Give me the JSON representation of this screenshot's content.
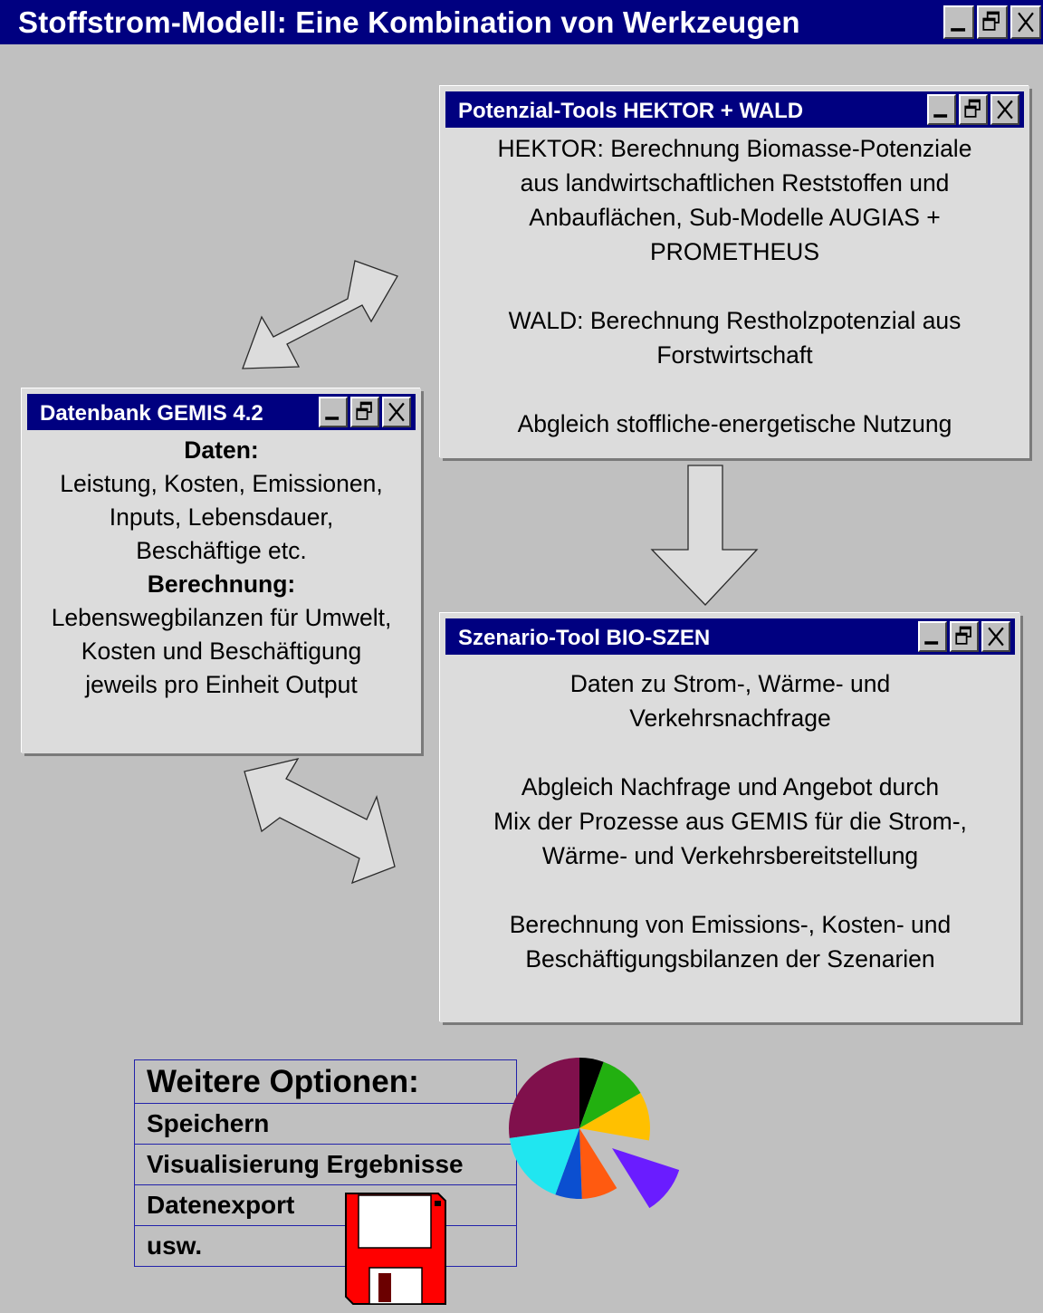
{
  "window": {
    "title": "Stoffstrom-Modell: Eine Kombination von Werkzeugen"
  },
  "window_buttons": [
    "minimize-icon",
    "restore-icon",
    "close-icon"
  ],
  "potenzial": {
    "title": "Potenzial-Tools HEKTOR + WALD",
    "lines": [
      "HEKTOR: Berechnung Biomasse-Potenziale",
      "aus landwirtschaftlichen Reststoffen und",
      "Anbauflächen, Sub-Modelle AUGIAS +",
      "PROMETHEUS",
      "WALD: Berechnung Restholzpotenzial aus",
      "Forstwirtschaft",
      "Abgleich stoffliche-energetische Nutzung"
    ]
  },
  "datenbank": {
    "title": "Datenbank GEMIS 4.2",
    "heading_data": "Daten:",
    "data_lines": [
      "Leistung, Kosten, Emissionen,",
      "Inputs, Lebensdauer,",
      "Beschäftige etc."
    ],
    "heading_calc": "Berechnung:",
    "calc_lines": [
      "Lebenswegbilanzen für Umwelt,",
      "Kosten und Beschäftigung",
      "jeweils pro Einheit Output"
    ]
  },
  "szenario": {
    "title": "Szenario-Tool BIO-SZEN",
    "lines": [
      "Daten zu Strom-, Wärme- und",
      "Verkehrsnachfrage",
      "Abgleich Nachfrage und Angebot durch",
      "Mix der Prozesse aus GEMIS für die Strom-,",
      "Wärme- und Verkehrsbereitstellung",
      "Berechnung von Emissions-, Kosten- und",
      "Beschäftigungsbilanzen der Szenarien"
    ]
  },
  "options": {
    "title": "Weitere Optionen:",
    "items": [
      "Speichern",
      "Visualisierung Ergebnisse",
      "Datenexport",
      "usw."
    ]
  },
  "pie_icon": {
    "slices": [
      {
        "color": "#000000"
      },
      {
        "color": "#22b010"
      },
      {
        "color": "#ffc000"
      },
      {
        "color": "#6a1cff"
      },
      {
        "color": "#ff5a10"
      },
      {
        "color": "#0b4fd0"
      },
      {
        "color": "#20e6f0"
      },
      {
        "color": "#80104c"
      }
    ]
  },
  "colors": {
    "titlebar": "#000080",
    "background": "#c0c0c0",
    "panel": "#dcdcdc",
    "disk": "#ff0000"
  }
}
